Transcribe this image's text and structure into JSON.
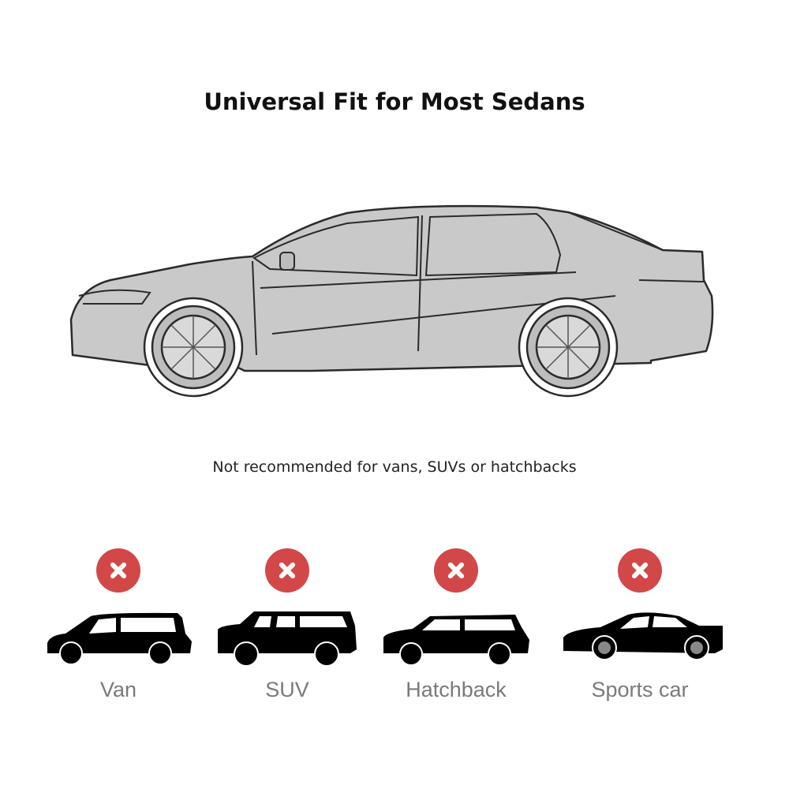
{
  "title": "Universal Fit for Most Sedans",
  "subtitle": "Not recommended for vans, SUVs or hatchbacks",
  "colors": {
    "cross": "#d24848",
    "car_fill": "#c9c9c9",
    "outline": "#2a2a2a"
  },
  "vehicles": [
    {
      "label": "Van",
      "icon": "cross-icon"
    },
    {
      "label": "SUV",
      "icon": "cross-icon"
    },
    {
      "label": "Hatchback",
      "icon": "cross-icon"
    },
    {
      "label": "Sports car",
      "icon": "cross-icon"
    }
  ]
}
